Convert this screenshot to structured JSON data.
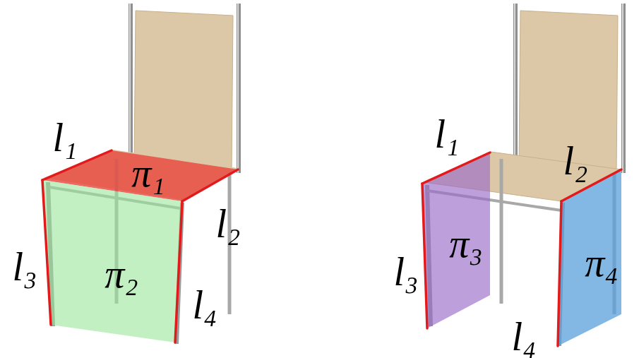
{
  "diagram": {
    "nodes": [
      {
        "text": [
          "π₁"
        ]
      },
      {
        "text": [
          "π₂"
        ]
      },
      {
        "text": [
          "π₃"
        ]
      },
      {
        "text": [
          "π₄"
        ]
      }
    ],
    "labels": [
      "l₁",
      "l₂",
      "l₃",
      "l₄",
      "l₁",
      "l₂",
      "l₃",
      "l₄"
    ]
  }
}
